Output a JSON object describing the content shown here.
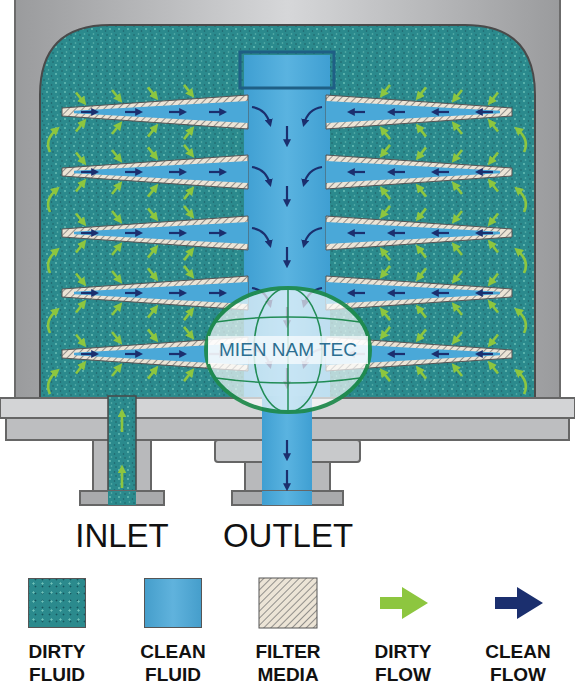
{
  "diagram": {
    "labels": [
      "MIEN NAM TEC",
      "INLET",
      "OUTLET"
    ],
    "legend": [
      {
        "text": "DIRTY FLUID",
        "color": "#2b8a8d"
      },
      {
        "text": "CLEAN FLUID",
        "color": "#4aa8d8"
      },
      {
        "text": "FILTER MEDIA"
      },
      {
        "text": "DIRTY FLOW"
      },
      {
        "text": "CLEAN FLOW"
      }
    ]
  }
}
